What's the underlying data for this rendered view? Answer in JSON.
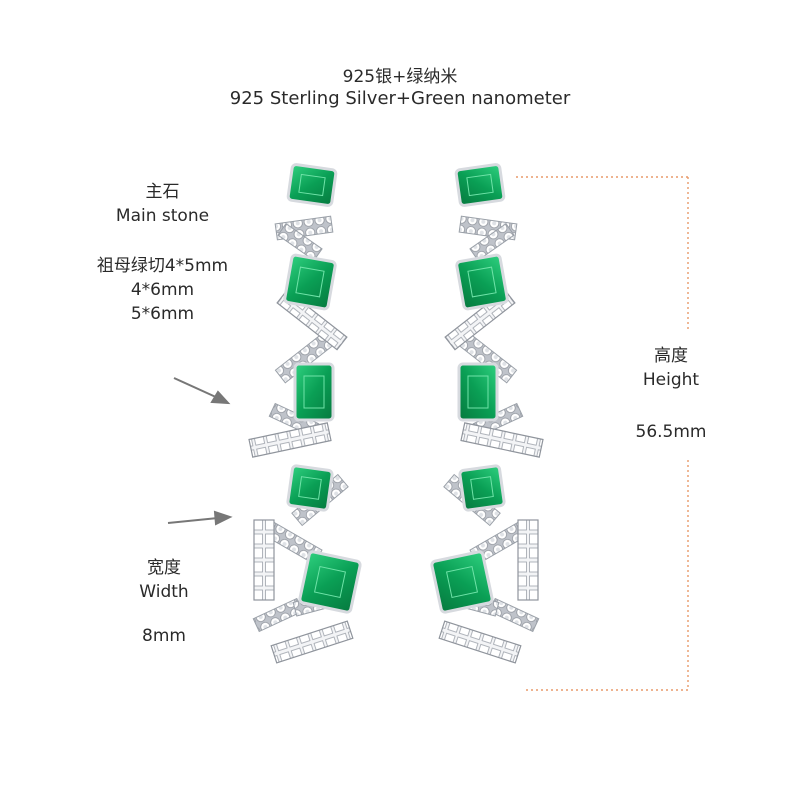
{
  "title": {
    "line_zh": "925银+绿纳米",
    "line_en": "925 Sterling Silver+Green nanometer"
  },
  "main_stone": {
    "label_zh": "主石",
    "label_en": "Main stone",
    "sizes": [
      "祖母绿切4*5mm",
      "4*6mm",
      "5*6mm"
    ]
  },
  "height": {
    "label_zh": "高度",
    "label_en": "Height",
    "value": "56.5mm"
  },
  "width": {
    "label_zh": "宽度",
    "label_en": "Width",
    "value": "8mm"
  },
  "colors": {
    "emerald": "#0a9f55",
    "silver": "#c9ccd2",
    "dimension_line": "#e89a6a",
    "arrow": "#777777"
  }
}
